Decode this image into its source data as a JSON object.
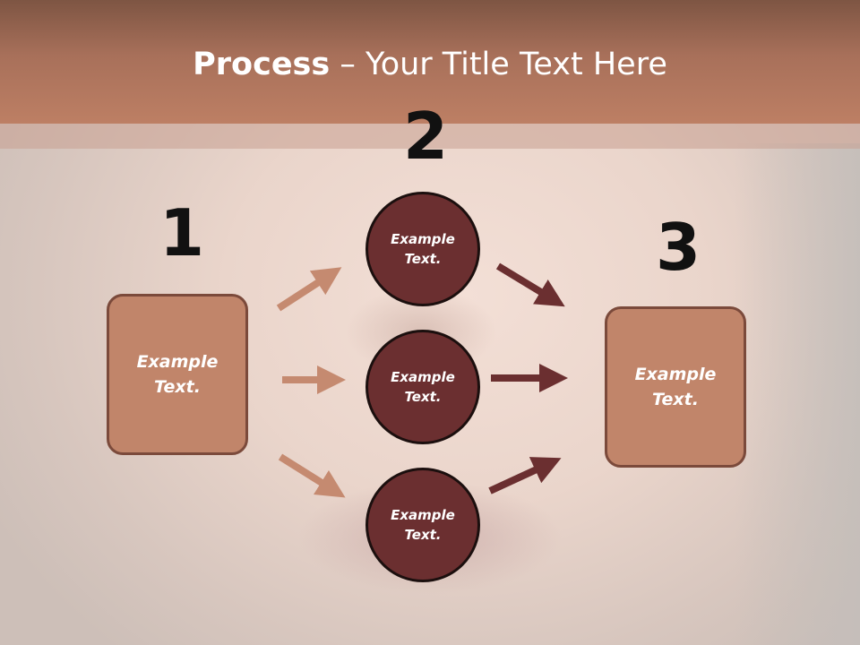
{
  "title": {
    "bold": "Process",
    "rest": " – Your Title Text Here"
  },
  "steps": [
    {
      "number": "1",
      "label": "Example Text."
    },
    {
      "number": "2"
    },
    {
      "number": "3",
      "label": "Example Text."
    }
  ],
  "circles": [
    {
      "label": "Example Text."
    },
    {
      "label": "Example Text."
    },
    {
      "label": "Example Text."
    }
  ],
  "colors": {
    "header": "#b97b60",
    "box_fill": "#c1856a",
    "circle_fill": "#6b2f30",
    "arrow_light": "#c58a70",
    "arrow_dark": "#6b2f30"
  }
}
